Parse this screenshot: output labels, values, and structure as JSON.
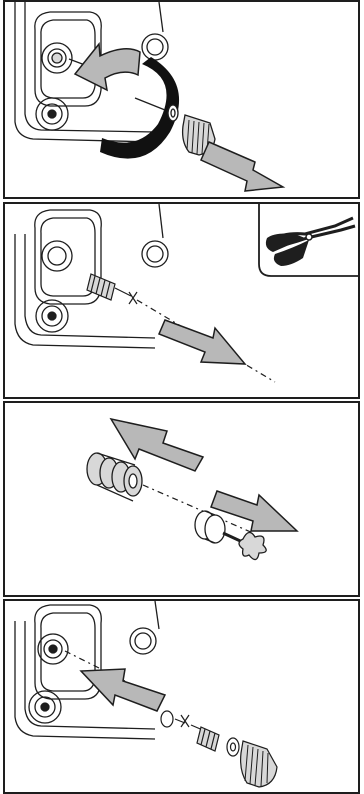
{
  "manual": {
    "steps": [
      {
        "id": 1,
        "action": "unscrew-cap",
        "icons": [
          "rotation-arrow-icon",
          "pull-out-arrow-icon"
        ]
      },
      {
        "id": 2,
        "action": "pull-out-valve-with-pliers",
        "icons": [
          "pliers-icon",
          "pull-out-arrow-icon"
        ]
      },
      {
        "id": 3,
        "action": "separate-spring-and-valve",
        "icons": [
          "separate-arrow-icon"
        ]
      },
      {
        "id": 4,
        "action": "reinsert-valve-assembly",
        "icons": [
          "insert-arrow-icon"
        ]
      }
    ],
    "colors": {
      "line": "#1e1e1e",
      "arrow_fill": "#b8b8b8",
      "part_fill": "#d8d8d8",
      "rotation_band": "#111111"
    }
  }
}
